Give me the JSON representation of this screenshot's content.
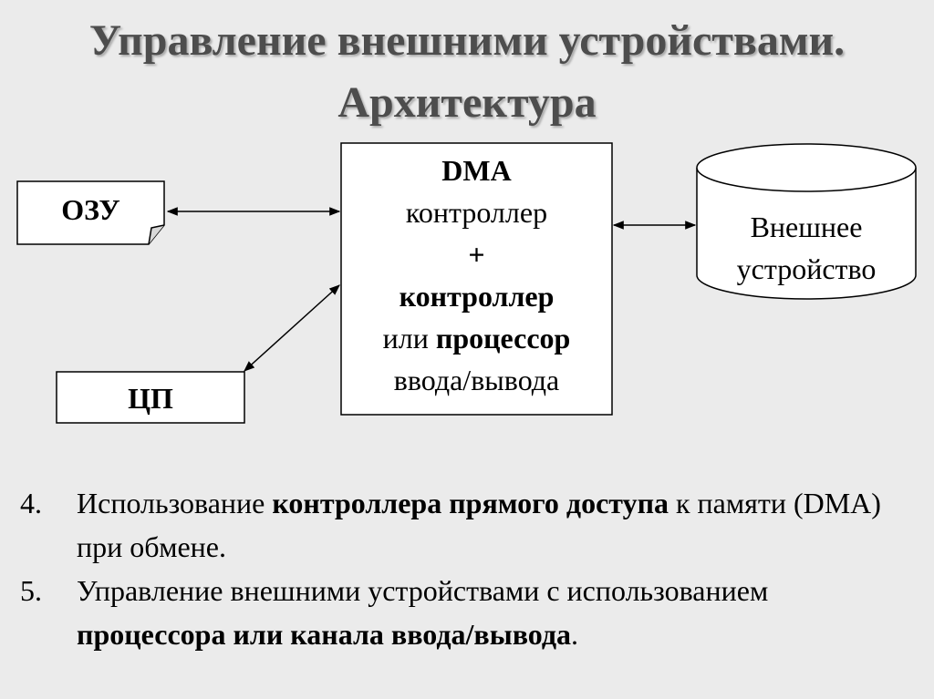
{
  "title": {
    "line1": "Управление внешними устройствами.",
    "line2": "Архитектура"
  },
  "diagram": {
    "ram": {
      "label": "ОЗУ"
    },
    "cpu": {
      "label": "ЦП"
    },
    "dma": {
      "line1": "DMA",
      "line2": "контроллер",
      "line3": "+",
      "line4": "контроллер",
      "line5_a": "или ",
      "line5_b": "процессор",
      "line6": "ввода/вывода"
    },
    "device": {
      "line1": "Внешнее",
      "line2": "устройство"
    }
  },
  "list": [
    {
      "number": "4.",
      "text_a": "Использование ",
      "text_b": "контроллера прямого доступа",
      "text_c": " к памяти (DMA) при обмене."
    },
    {
      "number": "5.",
      "text_a": "Управление внешними устройствами с использованием ",
      "text_b": "процессора или канала ввода/вывода",
      "text_c": "."
    }
  ]
}
